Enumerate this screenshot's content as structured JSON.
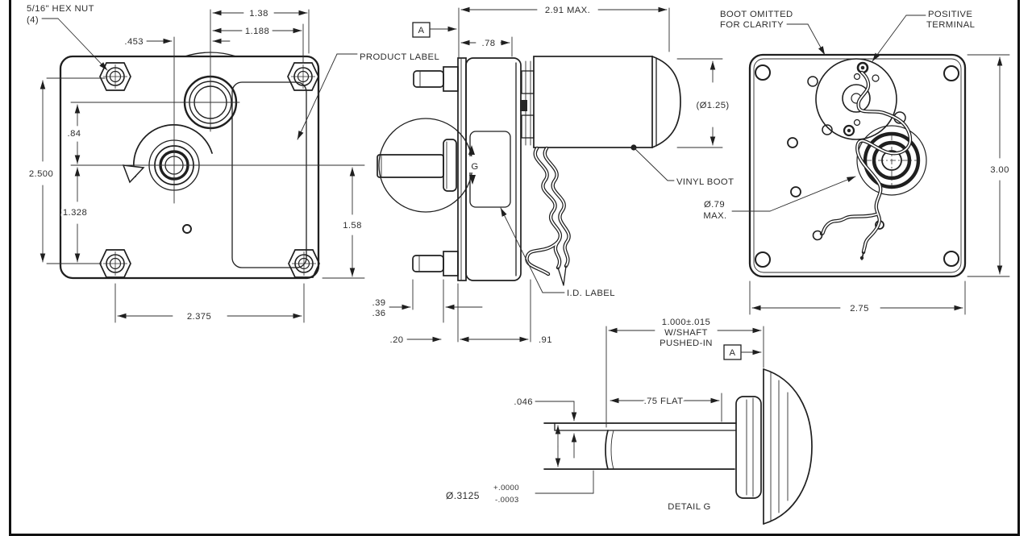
{
  "front": {
    "hex_note1": "5/16\" HEX NUT",
    "hex_note2": "(4)",
    "product_label": "PRODUCT LABEL",
    "d1_38": "1.38",
    "d1_188": "1.188",
    "d_453": ".453",
    "d_84": ".84",
    "d2_500": "2.500",
    "d1_328": "1.328",
    "d1_58": "1.58",
    "d2_375": "2.375"
  },
  "side": {
    "d2_91": "2.91 MAX.",
    "datum": "A",
    "d_78": ".78",
    "dia1_25": "(Ø1.25)",
    "vinyl_boot": "VINYL BOOT",
    "id_label": "I.D. LABEL",
    "d_39": ".39",
    "d_36": ".36",
    "d_20": ".20",
    "d_91": ".91",
    "detail_marker": "G"
  },
  "rear": {
    "boot_note1": "BOOT OMITTED",
    "boot_note2": "FOR CLARITY",
    "pos_note1": "POSITIVE",
    "pos_note2": "TERMINAL",
    "d3_00": "3.00",
    "dia_79": "Ø.79",
    "dia_79_max": "MAX.",
    "d2_75": "2.75"
  },
  "detail": {
    "d1_000": "1.000±.015",
    "d1_000_l2": "W/SHAFT",
    "d1_000_l3": "PUSHED-IN",
    "datum": "A",
    "d_046": ".046",
    "d_75_flat": ".75 FLAT",
    "dia_3125": "Ø.3125",
    "tol_plus": "+.0000",
    "tol_minus": "-.0003",
    "title": "DETAIL G"
  },
  "colors": {
    "line": "#1f1f1f",
    "background": "#ffffff"
  }
}
